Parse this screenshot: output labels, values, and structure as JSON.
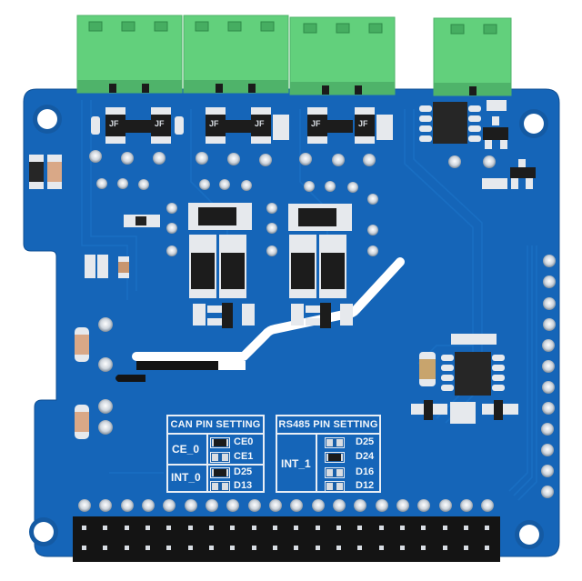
{
  "image": {
    "subject": "RS485 CAN expansion HAT circuit board (top view)",
    "board_color": "#1565b8",
    "terminal_color": "#5fcf7a",
    "background": "#ffffff"
  },
  "terminal_blocks": [
    {
      "name": "terminal-block-1",
      "positions": 3
    },
    {
      "name": "terminal-block-2",
      "positions": 3
    },
    {
      "name": "terminal-block-3",
      "positions": 3
    },
    {
      "name": "terminal-block-4",
      "positions": 2
    }
  ],
  "can_pin_setting": {
    "title": "CAN PIN SETTING",
    "groups": [
      {
        "label": "CE_0",
        "options": [
          {
            "pin": "CE0",
            "selected": true
          },
          {
            "pin": "CE1",
            "selected": false
          }
        ]
      },
      {
        "label": "INT_0",
        "options": [
          {
            "pin": "D25",
            "selected": true
          },
          {
            "pin": "D13",
            "selected": false
          }
        ]
      }
    ]
  },
  "rs485_pin_setting": {
    "title": "RS485 PIN SETTING",
    "groups": [
      {
        "label": "INT_1",
        "options": [
          {
            "pin": "D25",
            "selected": false
          },
          {
            "pin": "D24",
            "selected": true
          },
          {
            "pin": "D16",
            "selected": false
          },
          {
            "pin": "D12",
            "selected": false
          }
        ]
      }
    ]
  },
  "chip_markings": {
    "transistor": "JF"
  },
  "gpio_header": {
    "pins": 40,
    "rows": 2,
    "columns": 20
  }
}
